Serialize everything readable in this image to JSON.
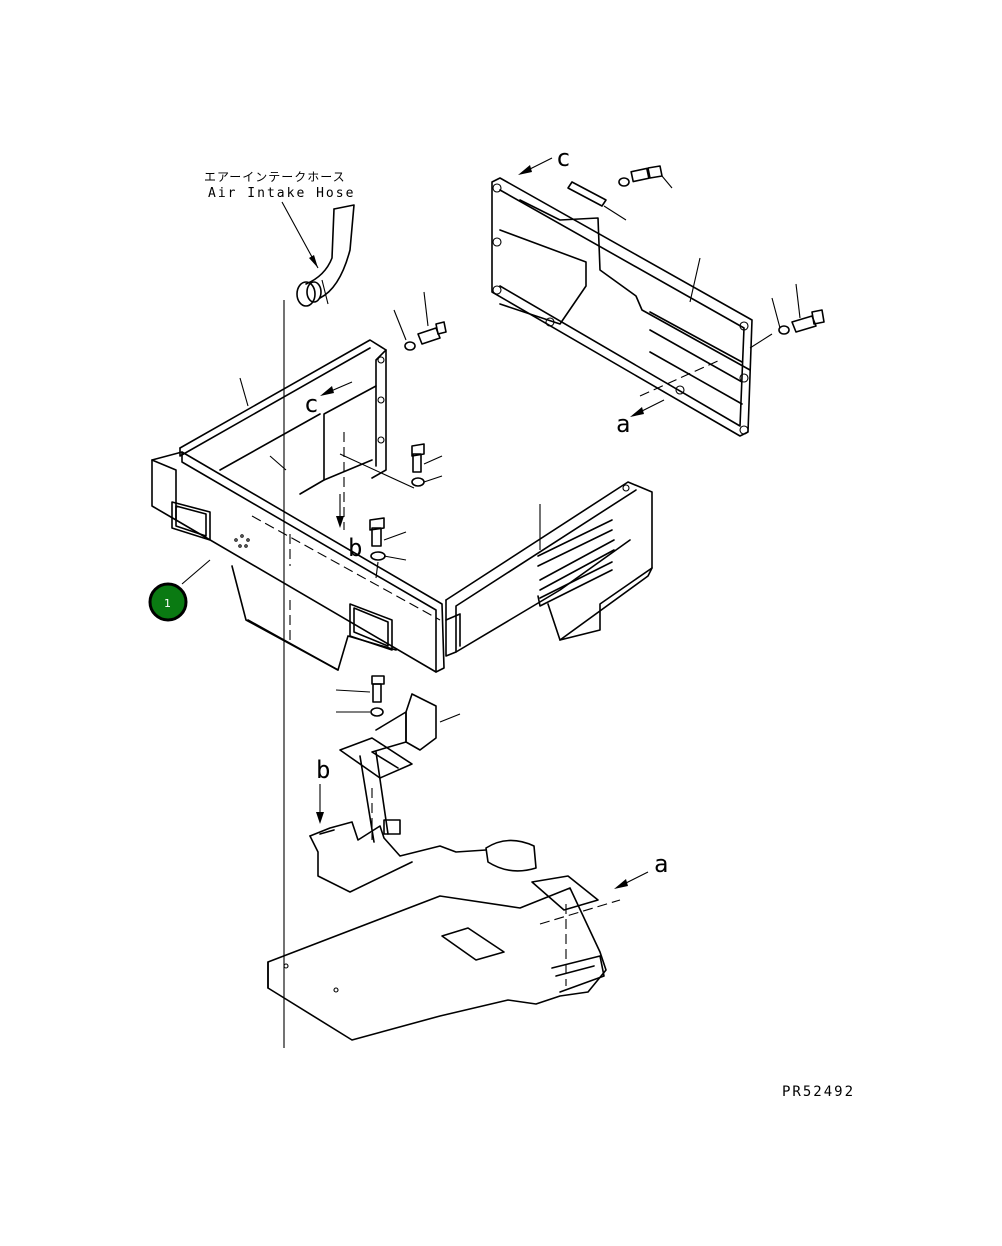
{
  "hose_label": {
    "japanese": "エアーインテークホース",
    "english": "Air Intake Hose"
  },
  "letters": {
    "a": "a",
    "b": "b",
    "c": "c"
  },
  "callout": {
    "number": "1",
    "fill": "#0a7a12",
    "ring": "#000000"
  },
  "drawing_code": "PR52492"
}
